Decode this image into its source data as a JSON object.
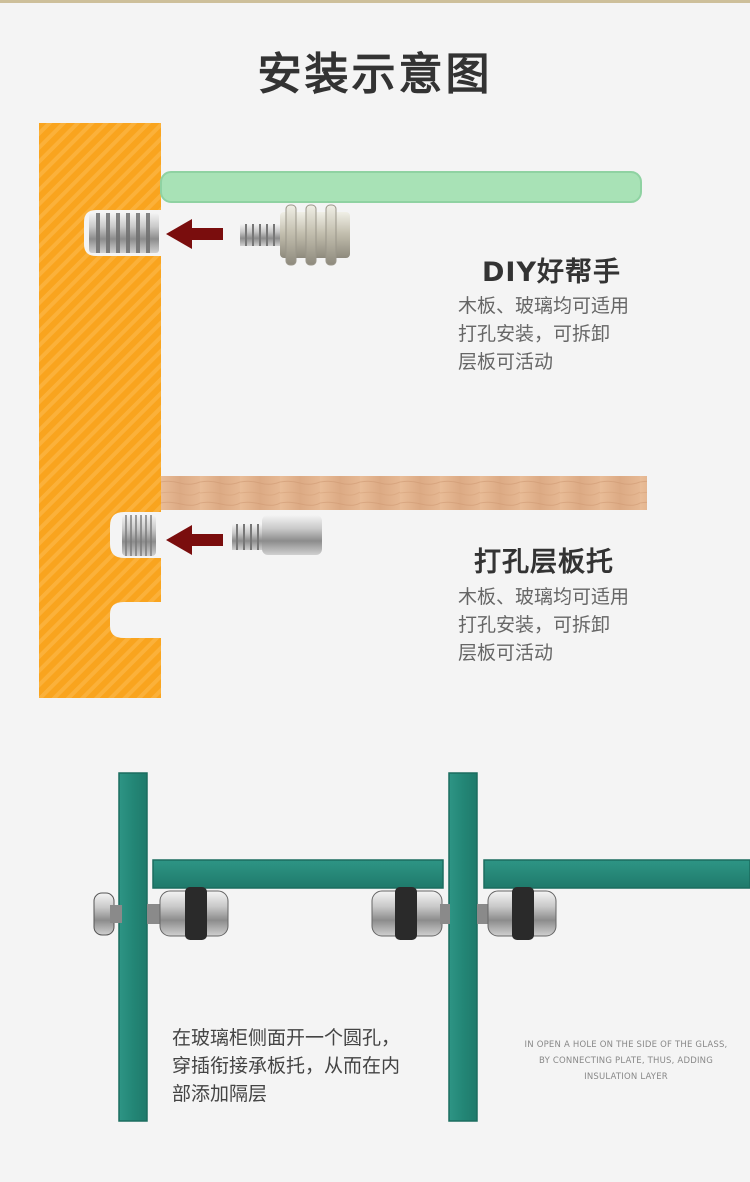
{
  "page_title": "安装示意图",
  "section_diy": {
    "heading": "DIY好帮手",
    "description_lines": [
      "木板、玻璃均可适用",
      "打孔安装，可拆卸",
      "层板可活动"
    ]
  },
  "section_drill": {
    "heading": "打孔层板托",
    "description_lines": [
      "木板、玻璃均可适用",
      "打孔安装，可拆卸",
      "层板可活动"
    ]
  },
  "glass_note": {
    "cn_lines": [
      "在玻璃柜侧面开一个圆孔，",
      "穿插衔接承板托，从而在内",
      "部添加隔层"
    ],
    "en_lines": [
      "IN OPEN A HOLE ON THE SIDE OF THE GLASS,",
      "BY CONNECTING PLATE, THUS, ADDING",
      "INSULATION LAYER"
    ]
  },
  "colors": {
    "board_orange": "#f9a41e",
    "glass_green": "#a8e2b6",
    "cabinet_teal": "#268a7a",
    "arrow_red": "#7a0d0d",
    "wood_tan": "#e3b48f"
  },
  "icons": [
    "arrow-left-icon",
    "screw-sleeve-icon",
    "stud-screw-icon"
  ]
}
